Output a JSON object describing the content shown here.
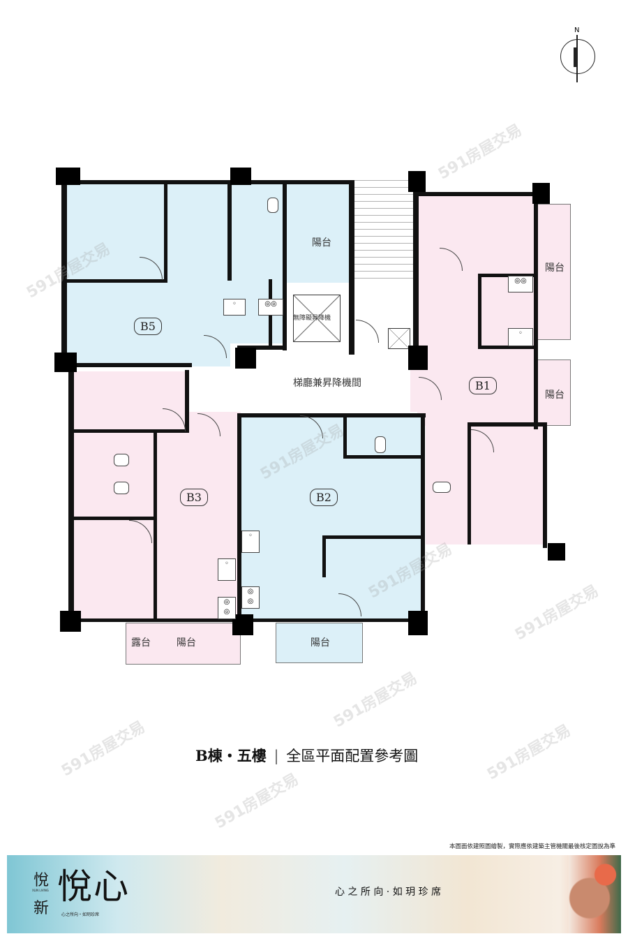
{
  "compass": {
    "north_label": "N"
  },
  "watermark": "591房屋交易",
  "units": {
    "b5": "B5",
    "b1": "B1",
    "b3": "B3",
    "b2": "B2"
  },
  "rooms": {
    "balcony_b5": "陽台",
    "balcony_b1_upper": "陽台",
    "balcony_b1_lower": "陽台",
    "terrace_b3": "露台",
    "balcony_b3": "陽台",
    "balcony_b2": "陽台",
    "lobby": "梯廳兼昇降機間",
    "elevator": "無障礙昇降機"
  },
  "title": {
    "building": "B棟・五樓",
    "separator": "|",
    "subtitle": "全區平面配置參考圖"
  },
  "disclaimer": "本圖面依建照圖繪製，實際應依建築主管機關最後核定圖說為準",
  "banner": {
    "logo_small_top": "悅",
    "logo_small_bottom": "新",
    "logo_small_en": "XLIN LIVING",
    "logo_main": "悅心",
    "logo_tagline": "心之所向・如玥珍席",
    "slogan": "心 之 所 向 · 如 玥 珍 席"
  },
  "colors": {
    "unit_blue": "#dcf0f8",
    "unit_pink": "#fbe8f0",
    "wall": "#111111"
  }
}
